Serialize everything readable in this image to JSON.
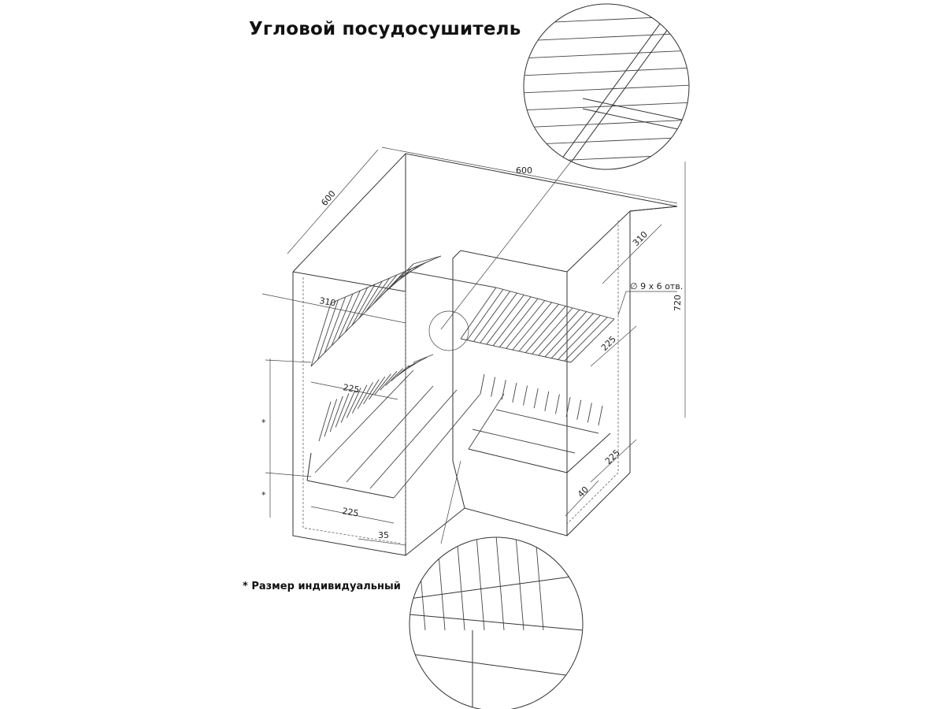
{
  "title": "Угловой посудосушитель",
  "footnote": "* Размер индивидуальный",
  "dimensions": {
    "depth_left": "600",
    "width_top": "600",
    "right_upper_depth": "310",
    "left_upper_depth": "310",
    "hole_note": "∅ 9 x 6 отв.",
    "height": "720",
    "right_upper_shelf": "225",
    "left_upper_shelf": "225",
    "right_lower_shelf": "225",
    "left_lower_shelf": "225",
    "right_offset": "40",
    "left_offset": "35",
    "individual_mark_1": "*",
    "individual_mark_2": "*"
  }
}
